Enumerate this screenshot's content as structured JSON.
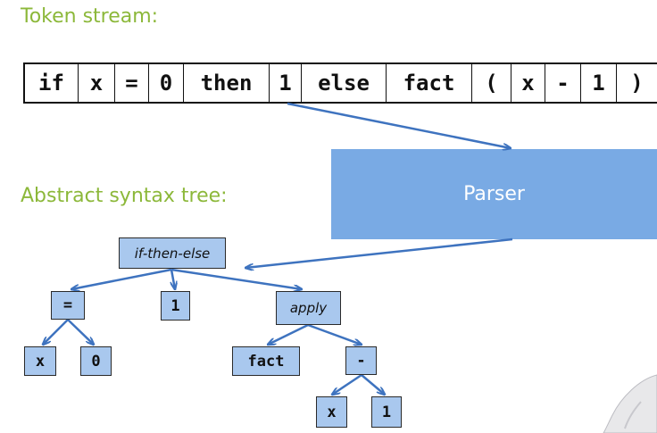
{
  "headings": {
    "token_stream": "Token stream:",
    "ast": "Abstract syntax tree:"
  },
  "tokens": [
    "if",
    "x",
    "=",
    "0",
    "then",
    "1",
    "else",
    "fact",
    "(",
    "x",
    "-",
    "1",
    ")"
  ],
  "parser_label": "Parser",
  "ast": {
    "root": "if-then-else",
    "eq": "=",
    "one": "1",
    "apply": "apply",
    "x": "x",
    "zero": "0",
    "fact": "fact",
    "minus": "-",
    "x2": "x",
    "one2": "1"
  },
  "colors": {
    "heading": "#8cb83a",
    "node_fill": "#a9c8ee",
    "edge": "#3e73bf",
    "parser_fill": "#79aae4"
  }
}
